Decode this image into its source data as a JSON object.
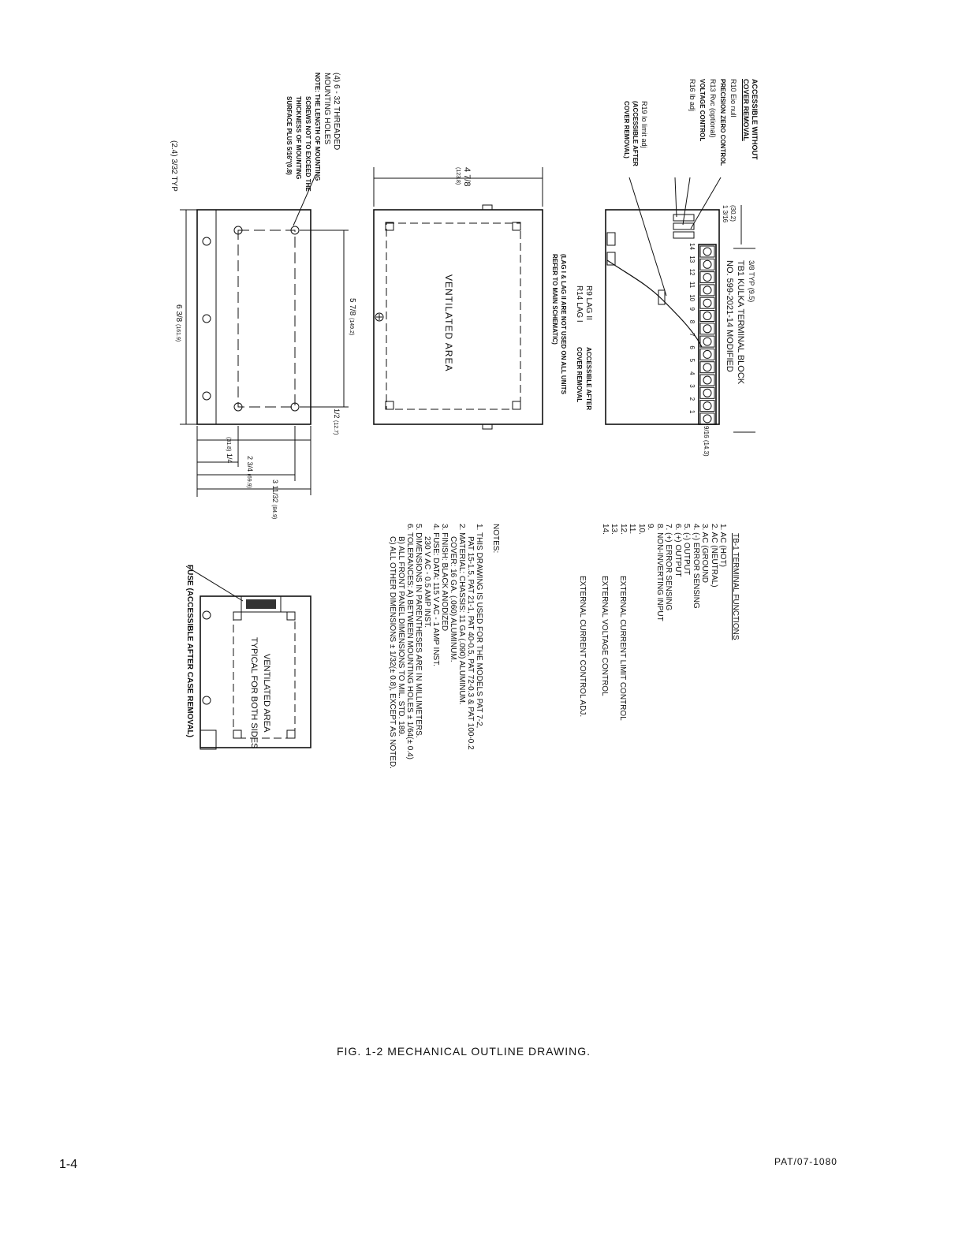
{
  "caption": "FIG. 1-2 MECHANICAL OUTLINE DRAWING.",
  "page_number": "1-4",
  "doc_code": "PAT/07-1080",
  "top_view": {
    "access_note_title": "ACCESSIBLE WITHOUT",
    "access_note_title2": "COVER REMOVAL",
    "r10": "R10 Eio null",
    "precision_zero": "PRECISION ZERO CONTROL",
    "r13": "R13 Rvc (optional)",
    "voltage_control": "VOLTAGE CONTROL",
    "r16": "R16 Ib adj",
    "r19": "R19 Io limit adj",
    "r19_access": "(ACCESSIBLE AFTER",
    "r19_access2": "COVER REMOVAL)",
    "tb_label": "TB1 KULKA TERMINAL BLOCK",
    "tb_part": "NO. 599-2021-14 MODIFIED",
    "typ_dim": "3/8 TYP (9.5)",
    "dim_top_mm": "(30.2)",
    "dim_top_frac": "1 3/16",
    "dim_right": "9/16",
    "dim_right_mm": "(14.3)",
    "terminal_numbers": [
      "14",
      "13",
      "12",
      "11",
      "10",
      "9",
      "8",
      "7",
      "6",
      "5",
      "4",
      "3",
      "2",
      "1"
    ],
    "r9": "R9 LAG II",
    "r14": "R14 LAG I",
    "lag_access": "ACCESSIBLE AFTER",
    "lag_access2": "COVER REMOVAL",
    "lag_note": "(LAG I & LAG II ARE NOT USED ON ALL UNITS",
    "lag_note2": "REFER TO MAIN SCHEMATIC)"
  },
  "side_view": {
    "label": "VENTILATED AREA",
    "dim_frac": "4 7/8",
    "dim_mm": "(123.8)"
  },
  "bottom_view": {
    "mount_note1": "(4) 6 - 32 THREADED",
    "mount_note2": "MOUNTING HOLES",
    "mount_note3": "NOTE: THE LENGTH OF MOUNTING",
    "mount_note4": "SCREWS NOT TO EXCEED THE",
    "mount_note5": "THICKNESS OF MOUNTING",
    "mount_note6": "SURFACE PLUS 5/16\"(0.8)",
    "typ_dim": "(2.4) 3/32 TYP",
    "dim_length": "6 3/8",
    "dim_length_mm": "(161.9)",
    "dim_holes": "5 7/8",
    "dim_holes_mm": "(149.2)",
    "dim_half": "1/2",
    "dim_half_mm": "(12.7)",
    "dim_quarter": "1/4",
    "dim_quarter_mm": "(31.8)",
    "dim_234": "2 3/4",
    "dim_234_mm": "(69.9)",
    "dim_3_11": "3 11/32",
    "dim_3_11_mm": "(84.9)"
  },
  "end_view": {
    "label1": "VENTILATED AREA",
    "label2": "TYPICAL FOR BOTH SIDES",
    "fuse": "FUSE (ACCESSIBLE AFTER CASE REMOVAL)"
  },
  "terminal_functions": {
    "title": "TB-1 TERMINAL FUNCTIONS",
    "items": [
      "1. AC (HOT)",
      "2. AC (NEUTRAL)",
      "3. AC (GROUND",
      "4. (-) ERROR SENSING",
      "5. (-) OUTPUT",
      "6. (+) OUTPUT",
      "7. (+) ERROR SENSING",
      "8. NON-INVERTING INPUT",
      "9.",
      "10.",
      "11.",
      "12.",
      "13.",
      "14."
    ],
    "group1": "EXTERNAL CURRENT LIMIT CONTROL",
    "group2": "EXTERNAL VOLTAGE CONTROL",
    "group3": "EXTERNAL CURRENT CONTROL ADJ."
  },
  "notes": {
    "title": "NOTES:",
    "lines": [
      "1. THIS DRAWING IS USED FOR THE MODELS PAT 7-2,",
      "PAT 15-1.5, PAT 21-1, PAT 40-0.5, PAT 72-0.3 & PAT 100-0.2",
      "2. MATERIAL: CHASSIS: 11 GA (.090) ALUMINUM.",
      "COVER: 16 GA. (.060) ALUMINUM.",
      "3. FINISH: BLACK ANODIZED",
      "4. FUSE: DATA: 115 V AC - 1 AMP INST.",
      "230 V AC - 0.5 AMP INST.",
      "5. DIMENSIONS IN PARENTHESES ARE IN MILLIMETERS.",
      "6. TOLERANCES: A) BETWEEN MOUNTING HOLES ± 1/64(± 0.4)",
      "B) ALL FRONT PANEL DIMENSIONS TO MIL. STD. 189.",
      "C) ALL OTHER DIMENSIONS ± 1/32(± 0.8), EXCEPT AS NOTED."
    ]
  }
}
